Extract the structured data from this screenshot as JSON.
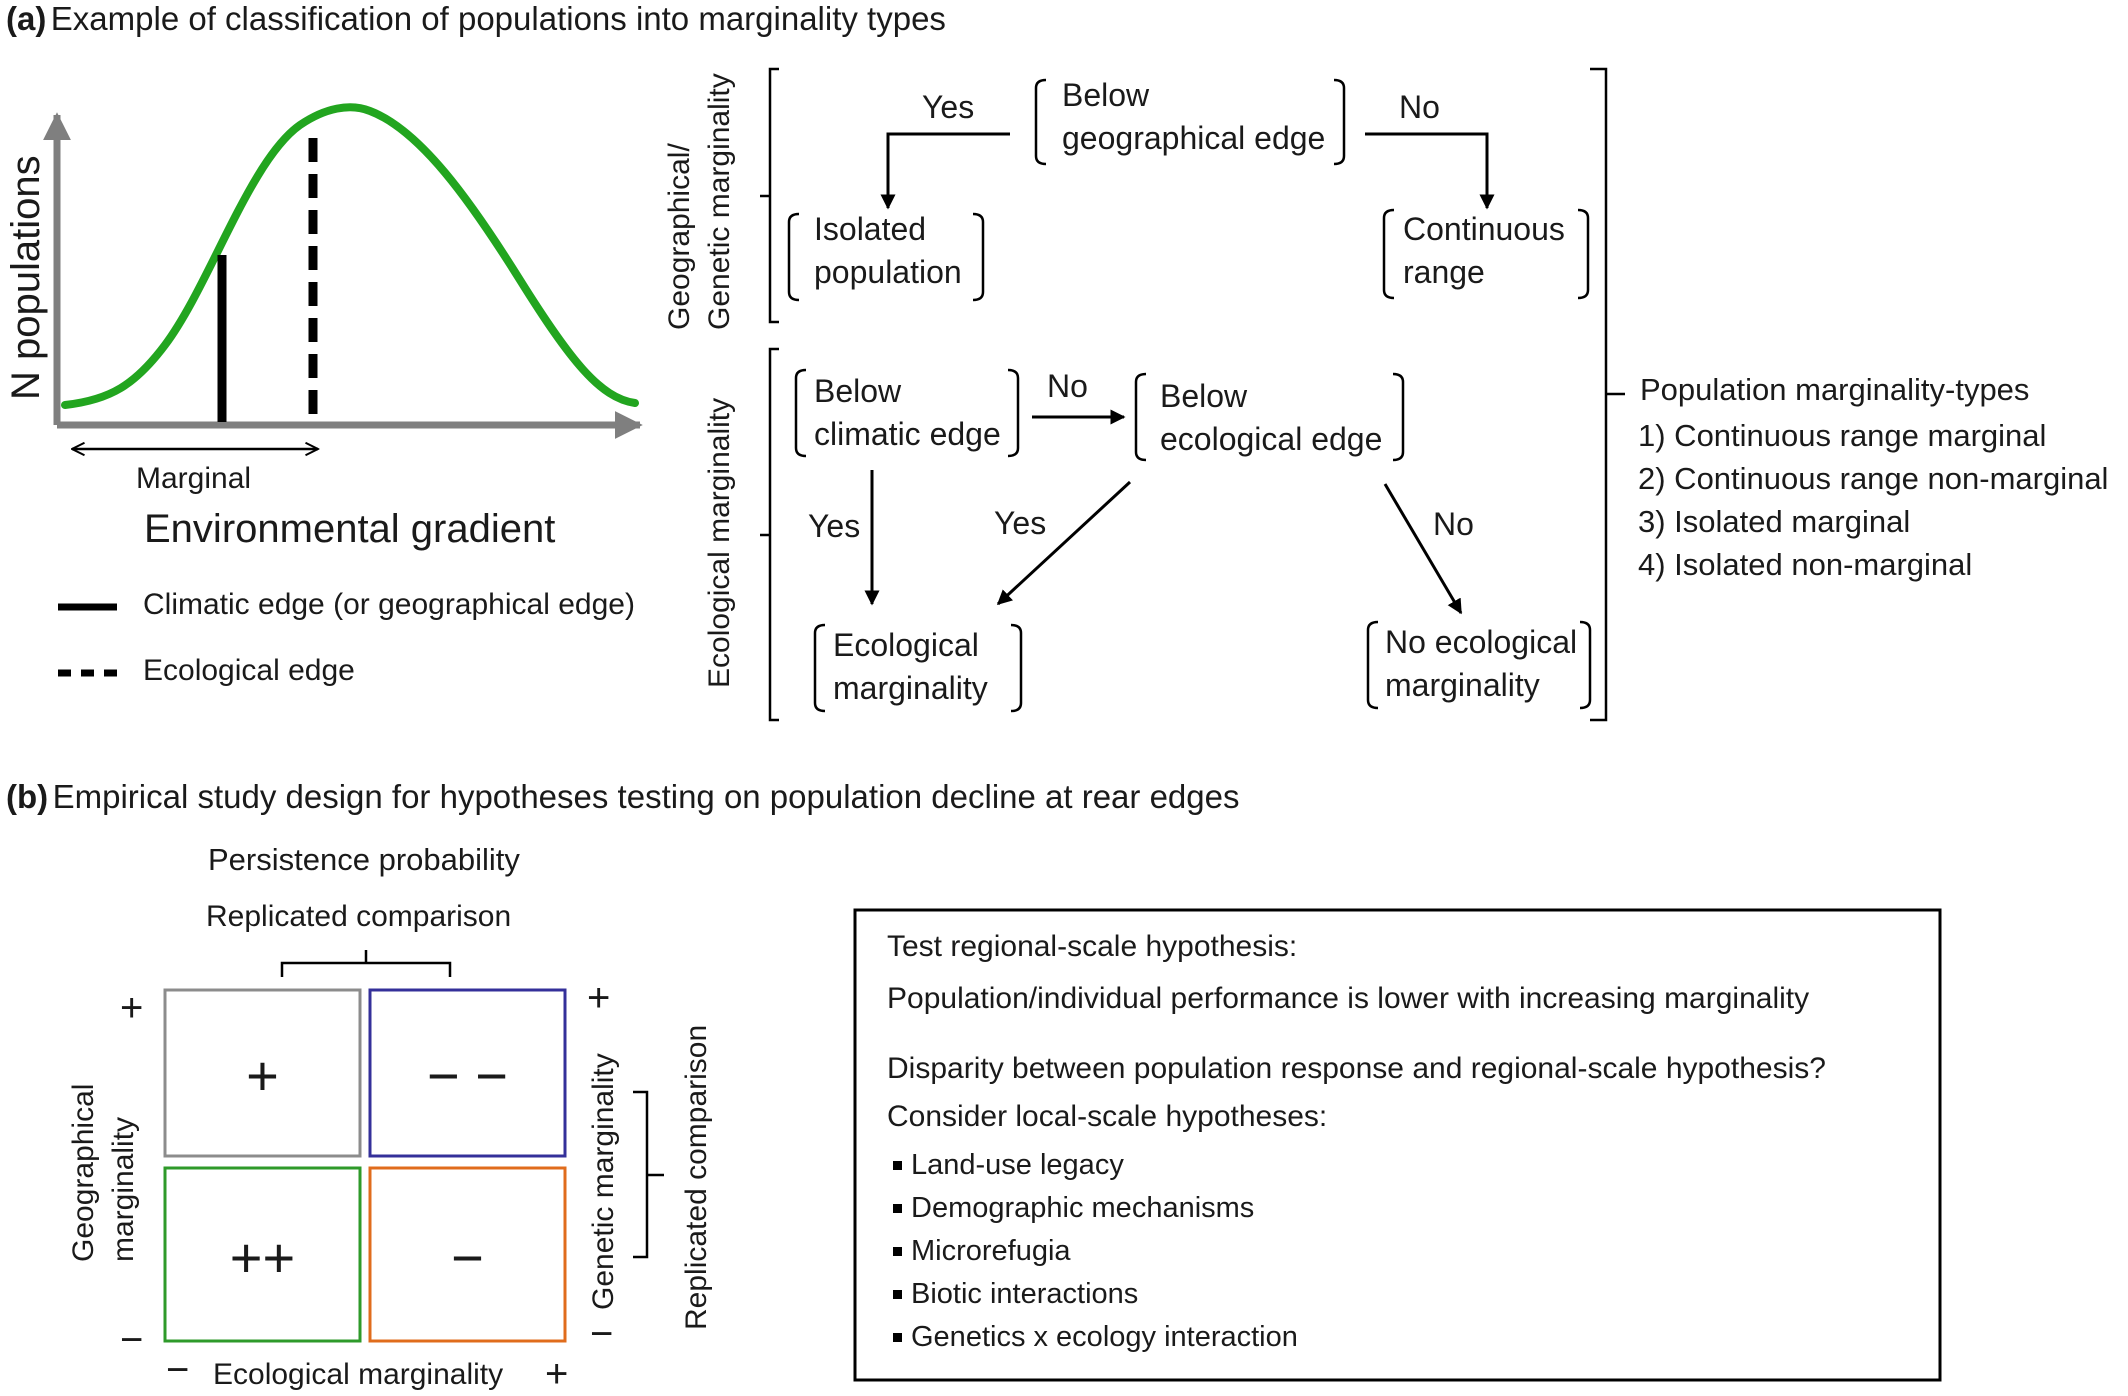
{
  "panel_a": {
    "label": "(a)",
    "heading": "Example of classification of populations into marginality types",
    "curve": {
      "y_axis_label": "N populations",
      "x_axis_label": "Environmental gradient",
      "marginal_label": "Marginal",
      "legend": {
        "solid": "Climatic edge (or geographical edge)",
        "dashed": "Ecological edge"
      }
    },
    "flow": {
      "geo_side_label_1": "Geographical/",
      "geo_side_label_2": "Genetic marginality",
      "eco_side_label": "Ecological marginality",
      "below_geo": [
        "Below",
        "geographical edge"
      ],
      "yes_geo": "Yes",
      "no_geo": "No",
      "isolated": [
        "Isolated",
        "population"
      ],
      "continuous": [
        "Continuous",
        "range"
      ],
      "below_climatic": [
        "Below",
        "climatic edge"
      ],
      "no_climatic": "No",
      "below_ecological": [
        "Below",
        "ecological edge"
      ],
      "yes_climatic": "Yes",
      "yes_ecological": "Yes",
      "no_ecological": "No",
      "eco_marginality": [
        "Ecological",
        "marginality"
      ],
      "no_eco_marginality": [
        "No ecological",
        "marginality"
      ]
    },
    "types": {
      "title": "Population marginality-types",
      "items": [
        "1) Continuous range  marginal",
        "2) Continuous range non-marginal",
        "3) Isolated marginal",
        "4) Isolated non-marginal"
      ]
    }
  },
  "panel_b": {
    "label": "(b)",
    "heading": "Empirical study design for hypotheses testing on population decline at rear edges",
    "matrix": {
      "title": "Persistence probability",
      "top_comparison": "Replicated comparison",
      "right_comparison": "Replicated comparison",
      "left_axis_1": "Geographical",
      "left_axis_2": "marginality",
      "right_axis": "Genetic marginality",
      "bottom_axis": "Ecological marginality",
      "plus": "+",
      "minus": "−",
      "cells": {
        "top_left": "+",
        "top_right": "− −",
        "bottom_left": "++",
        "bottom_right": "−"
      }
    },
    "box": {
      "regional_heading": "Test regional-scale hypothesis:",
      "regional_text": "Population/individual performance is lower with increasing marginality",
      "disparity": "Disparity between population response and regional-scale hypothesis?",
      "local_heading": "Consider local-scale hypotheses:",
      "items": [
        "Land-use legacy",
        "Demographic mechanisms",
        "Microrefugia",
        "Biotic interactions",
        "Genetics x ecology interaction"
      ]
    }
  },
  "colors": {
    "curve": "#22a51f",
    "axis": "#7f7f7f",
    "cell_top_left": "#8c8c8c",
    "cell_top_right": "#34309a",
    "cell_bottom_left": "#2e9a2a",
    "cell_bottom_right": "#e06c1c"
  }
}
